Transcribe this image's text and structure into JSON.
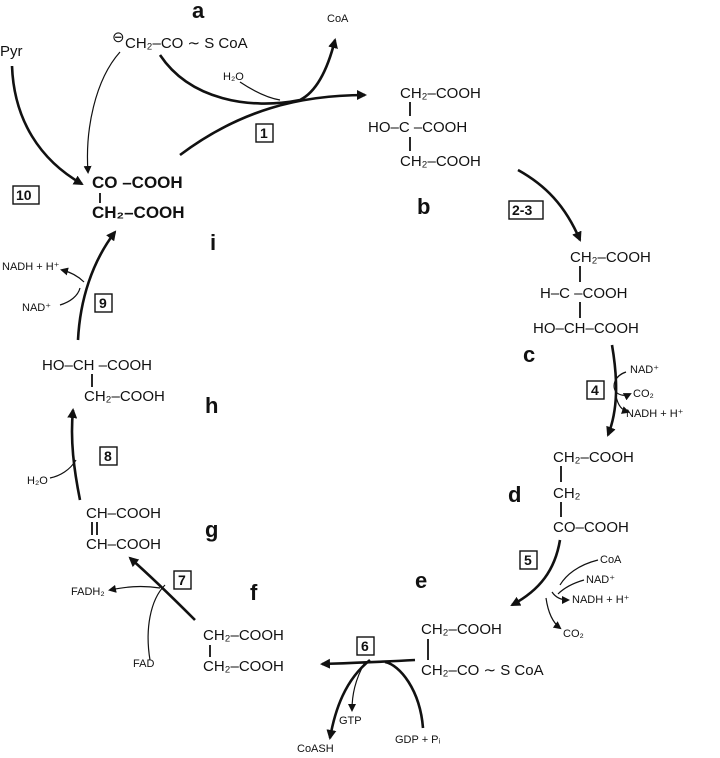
{
  "labels": {
    "a": "a",
    "b": "b",
    "c": "c",
    "d": "d",
    "e": "e",
    "f": "f",
    "g": "g",
    "h": "h",
    "i": "i"
  },
  "molecules": {
    "a": {
      "line1": "CH₂–CO ∼ S CoA",
      "charge": "⊖"
    },
    "b": {
      "l1": "CH₂–COOH",
      "l2": "HO–C –COOH",
      "l3": "CH₂–COOH"
    },
    "c": {
      "l1": "CH₂–COOH",
      "l2": "H–C –COOH",
      "l3": "HO–CH–COOH"
    },
    "d": {
      "l1": "CH₂–COOH",
      "l2": "CH₂",
      "l3": "CO–COOH"
    },
    "e": {
      "l1": "CH₂–COOH",
      "l2": "CH₂–CO ∼ S CoA"
    },
    "f": {
      "l1": "CH₂–COOH",
      "l2": "CH₂–COOH"
    },
    "g": {
      "l1": "CH–COOH",
      "l2": "CH–COOH"
    },
    "h": {
      "l1": "HO–CH –COOH",
      "l2": "CH₂–COOH"
    },
    "i": {
      "l1": "CO –COOH",
      "l2": "CH₂–COOH"
    }
  },
  "steps": [
    "1",
    "2-3",
    "4",
    "5",
    "6",
    "7",
    "8",
    "9",
    "10"
  ],
  "cofactors": {
    "pyr": "Pyr",
    "coa_1": "CoA",
    "h2o_1": "H₂O",
    "nad_4": "NAD⁺",
    "co2_4": "CO₂",
    "nadh_4": "NADH + H⁺",
    "coa_5": "CoA",
    "nad_5": "NAD⁺",
    "nadh_5": "NADH + H⁺",
    "co2_5": "CO₂",
    "gtp": "GTP",
    "coash": "CoASH",
    "gdp": "GDP + Pᵢ",
    "fadh2": "FADH₂",
    "fad": "FAD",
    "h2o_8": "H₂O",
    "nadh_9": "NADH + H⁺",
    "nad_9": "NAD⁺"
  }
}
